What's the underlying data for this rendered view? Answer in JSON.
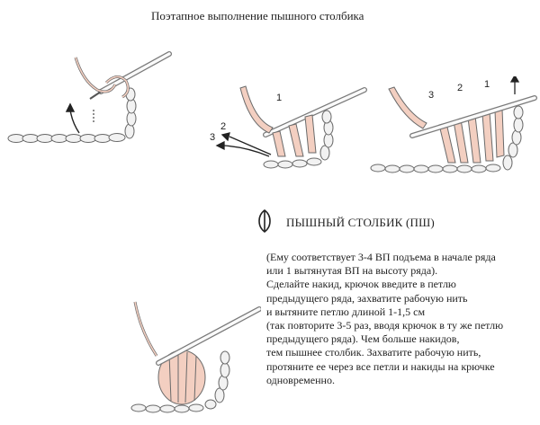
{
  "title": "Поэтапное выполнение пышного столбика",
  "heading": "ПЫШНЫЙ СТОЛБИК (ПШ)",
  "description_lines": [
    "(Ему соответствует 3-4 ВП подъема в начале ряда",
    "или 1 вытянутая ВП  на высоту ряда).",
    "Сделайте накид, крючок введите в петлю",
    "предыдущего ряда, захватите рабочую нить",
    "и вытяните петлю  длиной 1-1,5 см",
    "(так повторите 3-5 раз, вводя крючок в ту же петлю",
    "предыдущего ряда). Чем больше накидов,",
    "тем пышнее столбик. Захватите рабочую нить,",
    "протяните ее через все петли и накиды на крючке",
    "одновременно."
  ],
  "figure2_labels": [
    "1",
    "2",
    "3"
  ],
  "figure3_labels": [
    "3",
    "2",
    "1"
  ],
  "colors": {
    "yarn_fill": "#f3cfc1",
    "yarn_outline": "#6a6a6a",
    "chain_fill": "#f2f2f2",
    "text": "#222222"
  },
  "icons": [
    "puff-stitch-symbol-icon",
    "crochet-hook-icon",
    "arrow-icon"
  ]
}
